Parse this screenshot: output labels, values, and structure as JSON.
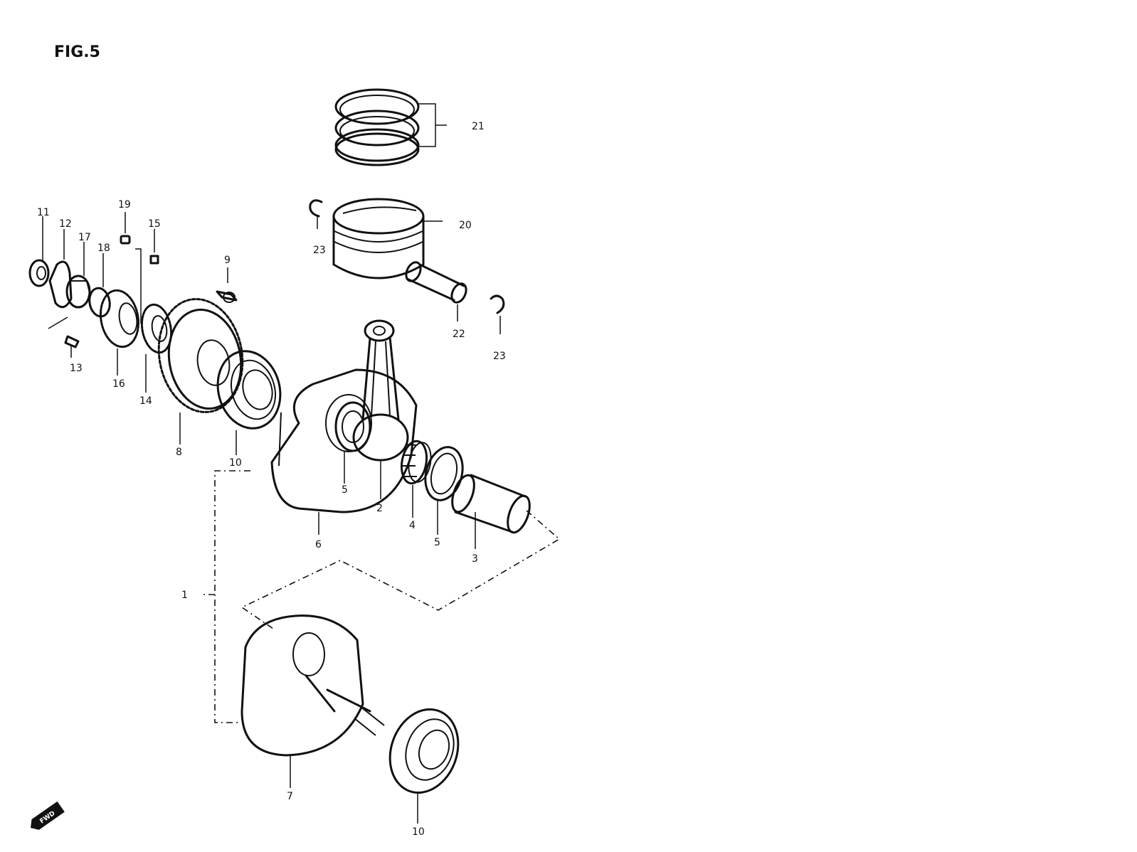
{
  "figure": {
    "title": "FIG.5"
  },
  "fwd_mark": {
    "text": "FWD"
  },
  "callouts": {
    "c1": "1",
    "c2": "2",
    "c3": "3",
    "c4": "4",
    "c5a": "5",
    "c5b": "5",
    "c6": "6",
    "c7": "7",
    "c8": "8",
    "c9": "9",
    "c10a": "10",
    "c10b": "10",
    "c11": "11",
    "c12": "12",
    "c13": "13",
    "c14": "14",
    "c15": "15",
    "c16": "16",
    "c17": "17",
    "c18": "18",
    "c19": "19",
    "c20": "20",
    "c21": "21",
    "c22": "22",
    "c23a": "23",
    "c23b": "23"
  }
}
